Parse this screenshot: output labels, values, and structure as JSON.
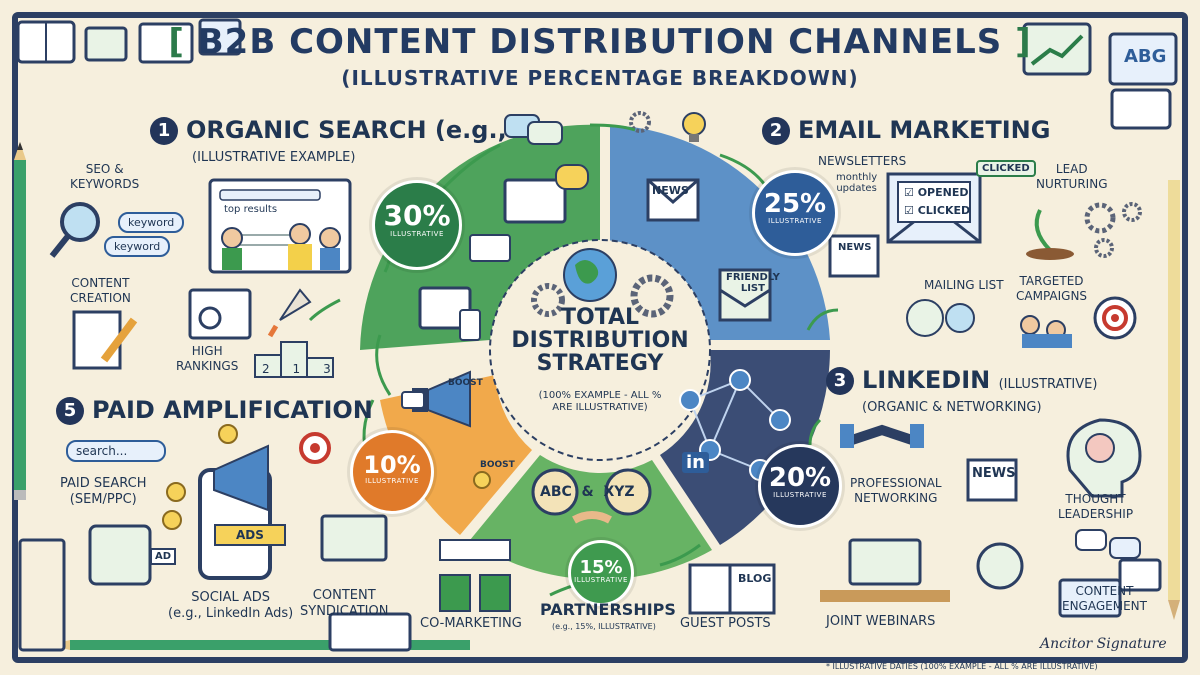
{
  "title": "B2B CONTENT DISTRIBUTION CHANNELS",
  "subtitle": "(ILLUSTRATIVE PERCENTAGE BREAKDOWN)",
  "center": {
    "title_lines": [
      "TOTAL",
      "DISTRIBUTION",
      "STRATEGY"
    ],
    "note_lines": [
      "(100% EXAMPLE - ALL %",
      "ARE ILLUSTRATIVE)"
    ]
  },
  "sections": {
    "organic": {
      "number": "1",
      "title": "ORGANIC SEARCH (e.g.,",
      "subtitle": "(ILLUSTRATIVE EXAMPLE)",
      "labels": [
        "SEO &",
        "KEYWORDS",
        "CONTENT",
        "CREATION",
        "HIGH",
        "RANKINGS"
      ],
      "pills": [
        "keyword",
        "keyword"
      ],
      "screen_text": "top results",
      "percent": "30%",
      "note": "ILLUSTRATIVE",
      "color": "#2b7d49"
    },
    "email": {
      "number": "2",
      "title": "EMAIL MARKETING",
      "labels": [
        "NEWSLETTERS",
        "monthly",
        "updates",
        "LEAD",
        "NURTURING",
        "MAILING LIST",
        "TARGETED",
        "CAMPAIGNS"
      ],
      "checklist": [
        "OPENED",
        "CLICKED"
      ],
      "clicked_tag": "CLICKED",
      "news": "NEWS",
      "friendly_list": [
        "FRIENDLY",
        "LIST"
      ],
      "percent": "25%",
      "note": "ILLUSTRATIVE",
      "color": "#2e5d99"
    },
    "linkedin": {
      "number": "3",
      "title": "LINKEDIN",
      "title_suffix": "(ILLUSTRATIVE)",
      "subtitle": "(ORGANIC & NETWORKING)",
      "labels": [
        "PROFESSIONAL",
        "NETWORKING",
        "THOUGHT",
        "LEADERSHIP",
        "JOINT WEBINARS",
        "CONTENT",
        "ENGAGEMENT"
      ],
      "news": "NEWS",
      "in": "in",
      "percent": "20%",
      "note": "ILLUSTRATIVE",
      "color": "#26385c"
    },
    "partnerships": {
      "title": "PARTNERSHIPS",
      "subtitle": "(e.g., 15%, ILLUSTRATIVE)",
      "labels": [
        "CO-MARKETING",
        "GUEST POSTS"
      ],
      "blog": "BLOG",
      "logos": [
        "ABC",
        "&",
        "XYZ"
      ],
      "percent": "15%",
      "note": "ILLUSTRATIVE",
      "color": "#3f9a4f"
    },
    "paid": {
      "number": "5",
      "title": "PAID AMPLIFICATION",
      "search_placeholder": "search...",
      "labels": [
        "PAID SEARCH",
        "(SEM/PPC)",
        "SOCIAL ADS",
        "(e.g., LinkedIn Ads)",
        "CONTENT",
        "SYNDICATION"
      ],
      "ads": "ADS",
      "ad": "AD",
      "boost": [
        "BOOST",
        "BOOST"
      ],
      "percent": "10%",
      "note": "ILLUSTRATIVE",
      "color": "#e07a2a"
    }
  },
  "deco": {
    "abc_book": "ABG",
    "podium": [
      "2",
      "1",
      "3"
    ]
  },
  "footer": {
    "signature": "Ancitor Signature",
    "note": "* ILLUSTRATIVE DATIES (100% EXAMPLE - ALL % ARE ILLUSTRATIVE)"
  }
}
